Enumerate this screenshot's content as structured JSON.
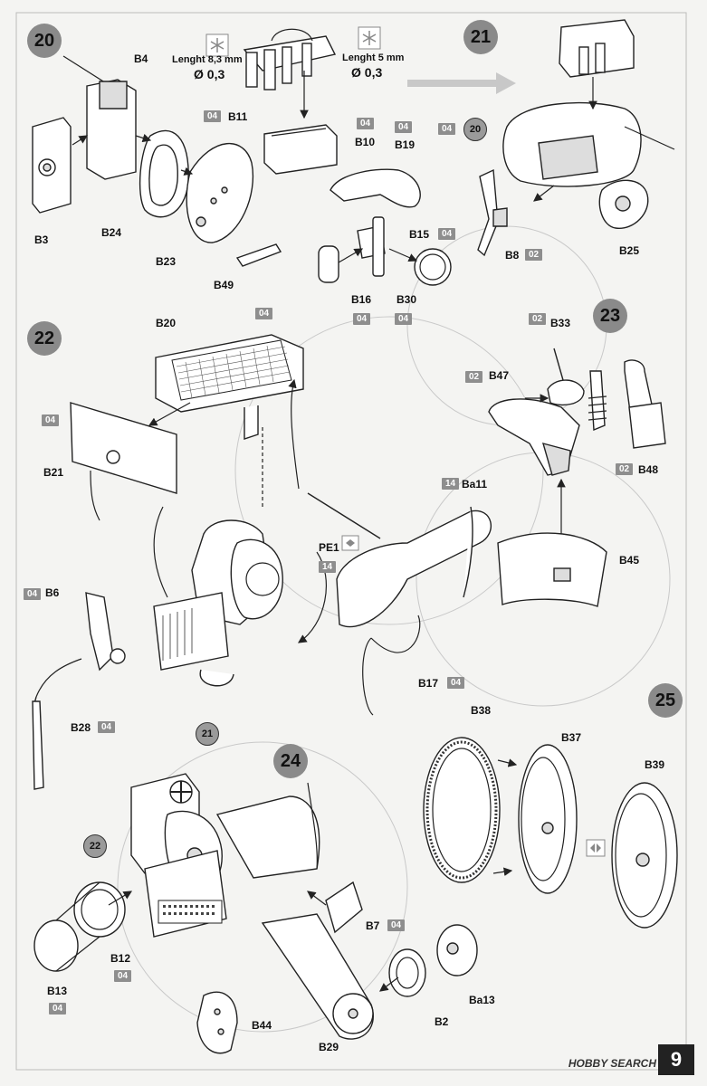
{
  "steps": {
    "s20": "20",
    "s21": "21",
    "s22": "22",
    "s23": "23",
    "s24": "24",
    "s25": "25"
  },
  "refs": {
    "r20": "20",
    "r21": "21",
    "r22": "22"
  },
  "parts": {
    "B4": "B4",
    "B3": "B3",
    "B24": "B24",
    "B23": "B23",
    "B49": "B49",
    "B11": "B11",
    "B10": "B10",
    "B19": "B19",
    "B15": "B15",
    "B16": "B16",
    "B30": "B30",
    "B8": "B8",
    "B25": "B25",
    "B20": "B20",
    "B21": "B21",
    "B6": "B6",
    "B28": "B28",
    "PE1": "PE1",
    "Ba11": "Ba11",
    "B17": "B17",
    "B33": "B33",
    "B47": "B47",
    "B48": "B48",
    "B45": "B45",
    "B38": "B38",
    "B37": "B37",
    "B39": "B39",
    "B12": "B12",
    "B13": "B13",
    "B7": "B7",
    "Ba13": "Ba13",
    "B2": "B2",
    "B44": "B44",
    "B29": "B29"
  },
  "color_codes": {
    "c04": "04",
    "c02": "02",
    "c14": "14"
  },
  "wire_notes": {
    "left_length": "Lenght 8,3 mm",
    "left_diameter": "Ø 0,3",
    "right_length": "Lenght 5 mm",
    "right_diameter": "Ø 0,3"
  },
  "page_number": "9",
  "watermark": "HOBBY SEARCH",
  "colors": {
    "badge": "#8e8e8e",
    "step_circle": "#8a8a8a",
    "ink": "#222222"
  },
  "icons": [
    "snowflake-icon",
    "mirror-icon",
    "arrow-right-icon"
  ]
}
